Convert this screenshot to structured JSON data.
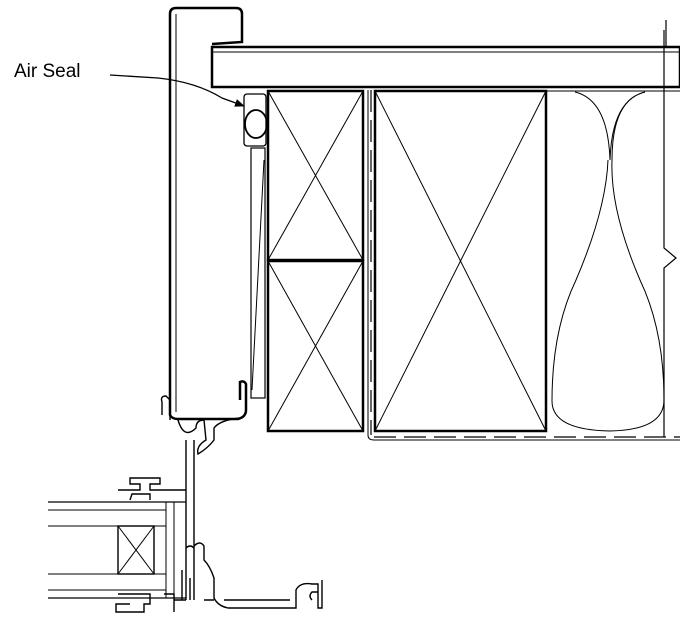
{
  "diagram": {
    "labels": {
      "air_seal": "Air Seal"
    },
    "components": [
      {
        "id": "mullion-cover",
        "icon": "mullion-cover-profile"
      },
      {
        "id": "head-flashing",
        "icon": "head-flashing-plate"
      },
      {
        "id": "air-seal",
        "icon": "air-seal-gasket"
      },
      {
        "id": "blocking-top",
        "icon": "wood-blocking"
      },
      {
        "id": "blocking-bottom",
        "icon": "wood-blocking"
      },
      {
        "id": "blocking-large",
        "icon": "wood-blocking"
      },
      {
        "id": "insulation",
        "icon": "batt-insulation"
      },
      {
        "id": "glazing-unit",
        "icon": "insulated-glass"
      },
      {
        "id": "frame-extrusion",
        "icon": "aluminum-extrusion"
      }
    ],
    "colors": {
      "line": "#000000",
      "background": "#ffffff"
    }
  }
}
